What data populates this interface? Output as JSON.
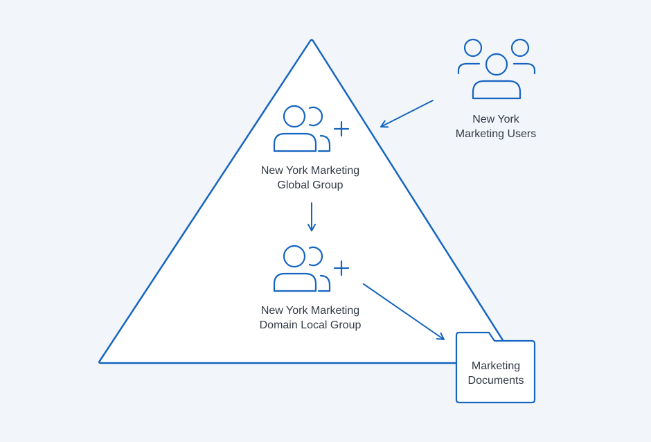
{
  "colors": {
    "background": "#f2f5fa",
    "accent": "#1565c0",
    "text": "#333a45",
    "fill": "#ffffff"
  },
  "nodes": {
    "global_group": {
      "icon": "user-group-add-icon",
      "line1": "New York Marketing",
      "line2": "Global Group"
    },
    "domain_local_group": {
      "icon": "user-group-add-icon",
      "line1": "New York Marketing",
      "line2": "Domain Local Group"
    },
    "users": {
      "icon": "users-icon",
      "line1": "New York",
      "line2": "Marketing Users"
    },
    "documents": {
      "icon": "folder-icon",
      "line1": "Marketing",
      "line2": "Documents"
    }
  },
  "edges": [
    {
      "from": "users",
      "to": "global_group"
    },
    {
      "from": "global_group",
      "to": "domain_local_group"
    },
    {
      "from": "domain_local_group",
      "to": "documents"
    }
  ]
}
